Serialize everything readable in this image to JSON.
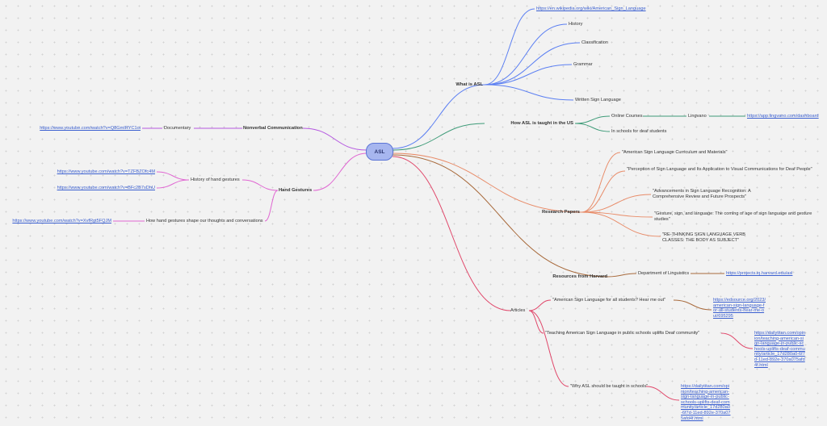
{
  "colors": {
    "blue": "#5b7ff2",
    "teal": "#3e9b78",
    "salmon": "#e88b68",
    "brown": "#a86a3c",
    "red": "#e0476a",
    "purple": "#b558e0",
    "magenta": "#e067d2",
    "link": "#3a5fd0"
  },
  "root": {
    "label": "ASL"
  },
  "nodes": {
    "what_is_asl": "What is ASL",
    "wiki_link": "https://en.wikipedia.org/wiki/American_Sign_Language",
    "history": "History",
    "classification": "Classification",
    "grammar": "Grammar",
    "written": "Written Sign Language",
    "taught": "How ASL is taught in the US",
    "online_courses": "Online Courses",
    "lingvano": "Lingvano",
    "lingvano_link": "https://app.lingvano.com/dashboard",
    "deaf_schools": "In schools for deaf students",
    "research": "Research Papers",
    "paper1": "\"American Sign Language Curriculum and Materials\"",
    "paper2": "\"Perception of Sign Language and Its Application to Visual Communications for Deaf People\"",
    "paper3": "\"Advancements in Sign Language Recognition: A Comprehensive Review and Future Prospects\"",
    "paper4": "\"Gesture, sign, and language: The coming of age of sign language and gesture studies\"",
    "paper5": "\"RE-THINKING SIGN LANGUAGE VERB CLASSES: THE BODY AS SUBJECT\"",
    "harvard": "Resources from Harvard",
    "linguistics": "Department of Linguistics",
    "harvard_link": "https://projects.iq.harvard.edu/asl",
    "articles": "Articles",
    "article1": "\"American Sign Language for all students? Hear me out\"",
    "article1_link": "https://edsource.org/2023/american-sign-language-for-all-students-hear-me-out/695295",
    "article2": "\"Teaching American Sign Language in public schools uplifts Deaf community\"",
    "article2_link": "https://dailytitan.com/opinion/teaching-american-sign-language-in-public-schools-uplifts-deaf-community/article_17d280a0-6f7d-11ed-892e-370a075afd4f.html",
    "article3": "\"Why ASL should be taught in schools\"",
    "article3_link": "https://dailytitan.com/opinion/teaching-american-sign-language-in-public-schools-uplifts-deaf-community/article_17d280a0-6f7d-11ed-892e-370a075afd4f.html",
    "nonverbal": "Nonverbal Communication",
    "documentary": "Documentary",
    "documentary_link": "https://www.youtube.com/watch?v=Q8GmIRYC1oi",
    "hand_gestures": "Hand Gestures",
    "history_gestures": "History of hand gestures",
    "hg_link1": "https://www.youtube.com/watch?v=TZFBZOfc4M",
    "hg_link2": "https://www.youtube.com/watch?v=BFc2B7sDhU",
    "shape_thoughts": "How hand gestures shape our thoughts and conversations",
    "shape_link": "https://www.youtube.com/watch?v=XvfRgt5FQJM"
  }
}
